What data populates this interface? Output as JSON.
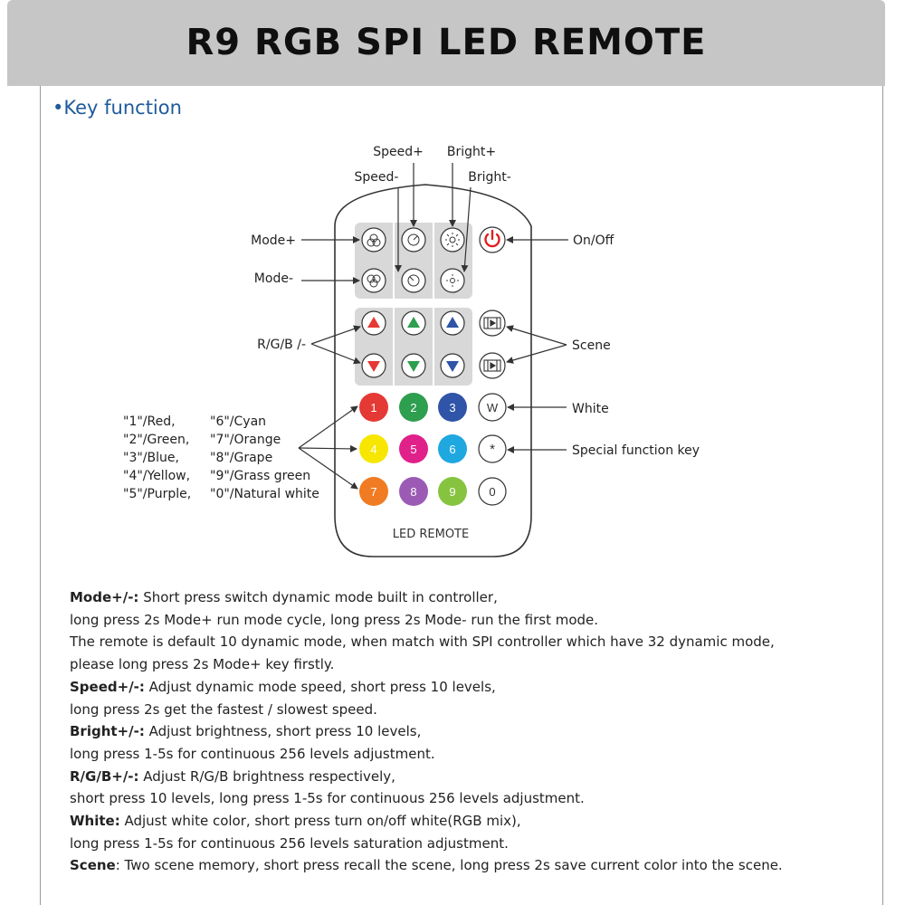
{
  "title": "R9 RGB SPI LED REMOTE",
  "section_title": "Key function",
  "labels": {
    "speed_plus": "Speed+",
    "speed_minus": "Speed-",
    "bright_plus": "Bright+",
    "bright_minus": "Bright-",
    "mode_plus": "Mode+",
    "mode_minus": "Mode-",
    "rgb": "R/G/B /-",
    "onoff": "On/Off",
    "scene": "Scene",
    "white": "White",
    "special": "Special function key",
    "remote_brand": "LED REMOTE"
  },
  "number_map": [
    {
      "left": "\"1\"/Red,",
      "right": "\"6\"/Cyan"
    },
    {
      "left": "\"2\"/Green,",
      "right": "\"7\"/Orange"
    },
    {
      "left": "\"3\"/Blue,",
      "right": "\"8\"/Grape"
    },
    {
      "left": "\"4\"/Yellow,",
      "right": "\"9\"/Grass green"
    },
    {
      "left": "\"5\"/Purple,",
      "right": "\"0\"/Natural white"
    }
  ],
  "buttons": {
    "num1": "1",
    "num2": "2",
    "num3": "3",
    "white": "W",
    "num4": "4",
    "num5": "5",
    "num6": "6",
    "star": "*",
    "num7": "7",
    "num8": "8",
    "num9": "9",
    "num0": "0"
  },
  "colors": {
    "red": "#e53935",
    "green": "#2e9e4f",
    "blue": "#2f54a8",
    "yellow": "#f7e600",
    "magenta": "#e0218a",
    "cyan": "#1fa7e0",
    "orange": "#f07b22",
    "purple": "#9b5bb5",
    "lime": "#86c440",
    "power": "#e02020",
    "title_blue": "#1e5a9c"
  },
  "descriptions": [
    {
      "bold": "Mode+/-:",
      "text": " Short press switch dynamic mode built in controller,"
    },
    {
      "bold": "",
      "text": "long press 2s Mode+ run mode cycle, long press 2s Mode- run the first mode."
    },
    {
      "bold": "",
      "text": "The remote is default 10 dynamic mode, when match with SPI controller which have 32 dynamic mode,"
    },
    {
      "bold": "",
      "text": "please long press 2s Mode+ key firstly."
    },
    {
      "bold": "Speed+/-:",
      "text": " Adjust dynamic mode speed, short press 10 levels,"
    },
    {
      "bold": "",
      "text": "long press 2s get the fastest / slowest speed."
    },
    {
      "bold": "Bright+/-:",
      "text": " Adjust brightness, short press 10 levels,"
    },
    {
      "bold": "",
      "text": "long press 1-5s for continuous 256 levels adjustment."
    },
    {
      "bold": "R/G/B+/-:",
      "text": " Adjust R/G/B brightness respectively,"
    },
    {
      "bold": "",
      "text": "short press 10 levels, long press 1-5s for continuous 256 levels adjustment."
    },
    {
      "bold": "White:",
      "text": " Adjust white color, short press turn on/off white(RGB mix),"
    },
    {
      "bold": "",
      "text": "long press 1-5s for continuous 256 levels saturation adjustment."
    },
    {
      "bold": "Scene",
      "text": ": Two scene memory, short press recall the scene, long press 2s save current color into the scene."
    }
  ]
}
